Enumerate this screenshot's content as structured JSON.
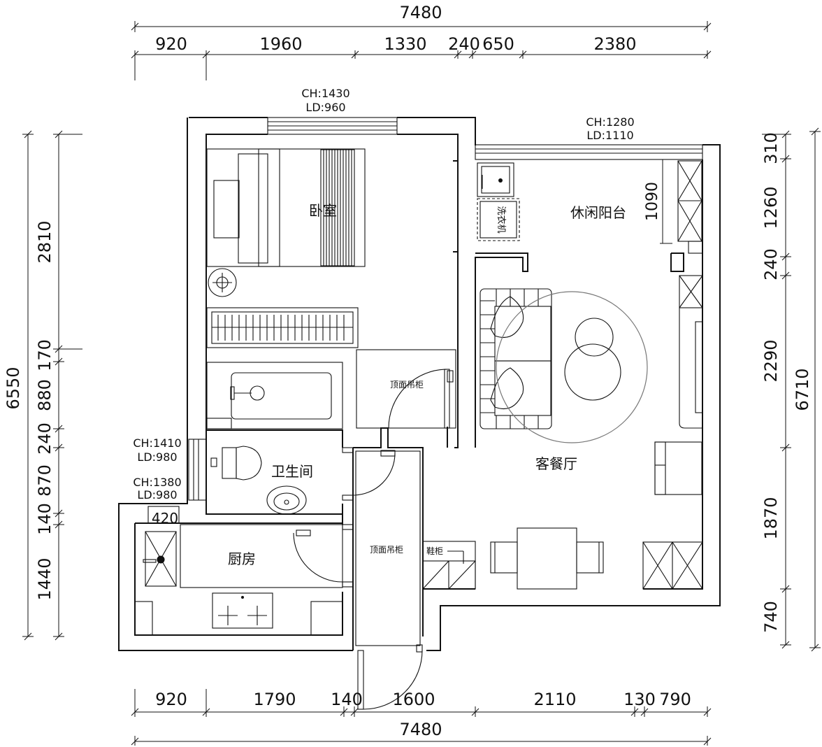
{
  "dimensions": {
    "top_total": "7480",
    "top_segments": [
      "920",
      "1960",
      "1330",
      "240",
      "650",
      "2380"
    ],
    "bottom_total": "7480",
    "bottom_segments": [
      "920",
      "1790",
      "140",
      "1600",
      "2110",
      "130",
      "790"
    ],
    "left_total": "6550",
    "left_segments": [
      "2810",
      "170",
      "880",
      "240",
      "870",
      "140",
      "1440"
    ],
    "right_total": "6710",
    "right_segments": [
      "310",
      "1260",
      "240",
      "2290",
      "1870",
      "740"
    ],
    "balcony_depth": "1090",
    "kitchen_width": "420"
  },
  "windows": {
    "bedroom": {
      "ch": "CH:1430",
      "ld": "LD:960"
    },
    "balcony": {
      "ch": "CH:1280",
      "ld": "LD:1110"
    },
    "bath": {
      "ch": "CH:1410",
      "ld": "LD:980"
    },
    "kitchen": {
      "ch": "CH:1380",
      "ld": "LD:980"
    }
  },
  "rooms": {
    "bedroom": "卧室",
    "balcony": "休闲阳台",
    "living_dining": "客餐厅",
    "bathroom": "卫生间",
    "kitchen": "厨房"
  },
  "labels": {
    "ceiling_cabinet_1": "顶面吊柜",
    "ceiling_cabinet_2": "顶面吊柜",
    "shoe_cabinet": "鞋柜",
    "washer": "洗衣机"
  }
}
